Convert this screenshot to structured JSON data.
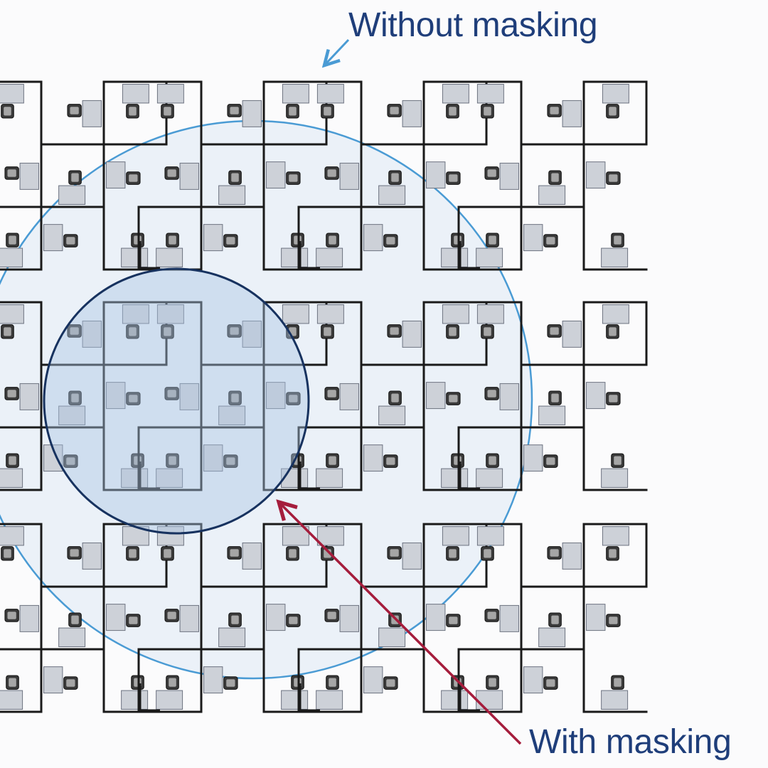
{
  "labels": {
    "without_masking": "Without masking",
    "with_masking": "With masking"
  },
  "colors": {
    "background": "#fbfbfc",
    "label_text": "#1f3e7a",
    "wall_line": "#1a1a1a",
    "desk_fill": "#cdd1d8",
    "desk_stroke": "#6c7280",
    "chair_fill": "#3a3a3a",
    "outer_circle_fill": "#dfe9f4",
    "outer_circle_stroke": "#4a9bd4",
    "inner_circle_fill": "#a9c3e2",
    "inner_circle_stroke": "#17325f",
    "arrow_outer": "#4a9bd4",
    "arrow_inner": "#a51d3c"
  },
  "floorplan": {
    "cluster_rows": 3,
    "cluster_cols": 4,
    "cubicles_per_cluster": 9
  },
  "icons": {
    "desk": "desk-icon",
    "chair": "office-chair-icon",
    "arrow": "arrow-icon"
  }
}
